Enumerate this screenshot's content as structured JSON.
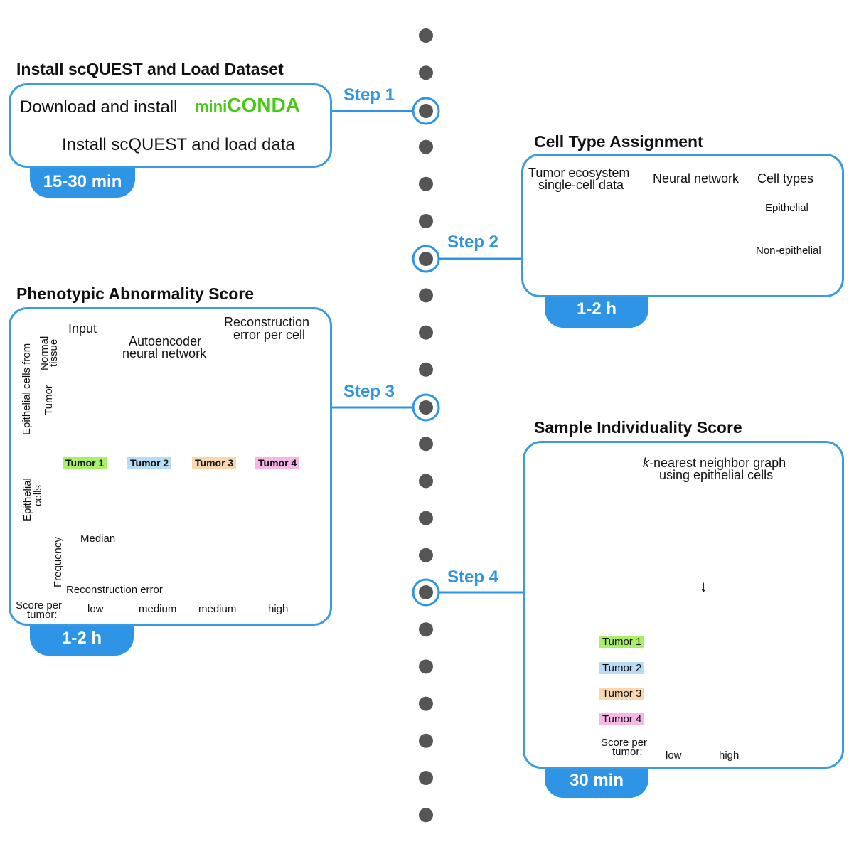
{
  "steps": [
    {
      "label": "Step 1",
      "title": "Install scQUEST and Load Dataset",
      "time": "15-30 min"
    },
    {
      "label": "Step 2",
      "title": "Cell Type Assignment",
      "time": "1-2 h"
    },
    {
      "label": "Step 3",
      "title": "Phenotypic Abnormality Score",
      "time": "1-2 h"
    },
    {
      "label": "Step 4",
      "title": "Sample Individuality Score",
      "time": "30 min"
    }
  ],
  "step1": {
    "line1": "Download and install",
    "logo_mini": "mini",
    "logo_conda": "CONDA",
    "line2": "Install scQUEST and load data"
  },
  "step2": {
    "input_label_1": "Tumor ecosystem",
    "input_label_2": "single-cell data",
    "network_label": "Neural network",
    "types_label": "Cell types",
    "type_epithelial": "Epithelial",
    "type_nonepithelial": "Non-epithelial"
  },
  "step3": {
    "axis_label_1": "Epithelial cells from",
    "normal_label_1": "Normal",
    "normal_label_2": "tissue",
    "tumor_label": "Tumor",
    "input_label": "Input",
    "autoencoder_1": "Autoencoder",
    "autoencoder_2": "neural network",
    "recon_1": "Reconstruction",
    "recon_2": "error per cell",
    "epi_cells_1": "Epithelial",
    "epi_cells_2": "cells",
    "tumors": [
      "Tumor 1",
      "Tumor 2",
      "Tumor 3",
      "Tumor 4"
    ],
    "median_label": "Median",
    "freq_label": "Frequency",
    "xaxis_label": "Reconstruction error",
    "score_label_1": "Score per",
    "score_label_2": "tumor:",
    "scores": [
      "low",
      "medium",
      "medium",
      "high"
    ]
  },
  "step4": {
    "graph_label_k": "k",
    "graph_label_1": "-nearest neighbor graph",
    "graph_label_2": "using epithelial cells",
    "arrow": "↓",
    "tumors": [
      "Tumor 1",
      "Tumor 2",
      "Tumor 3",
      "Tumor 4"
    ],
    "score_label_1": "Score per",
    "score_label_2": "tumor:",
    "low": "low",
    "high": "high"
  },
  "colors": {
    "accent": "#2e95e6",
    "tumor1": "#66dd22",
    "tumor2": "#3399dd",
    "tumor3": "#f5a033",
    "tumor4": "#e020b0",
    "node": "#1a3ee0"
  }
}
